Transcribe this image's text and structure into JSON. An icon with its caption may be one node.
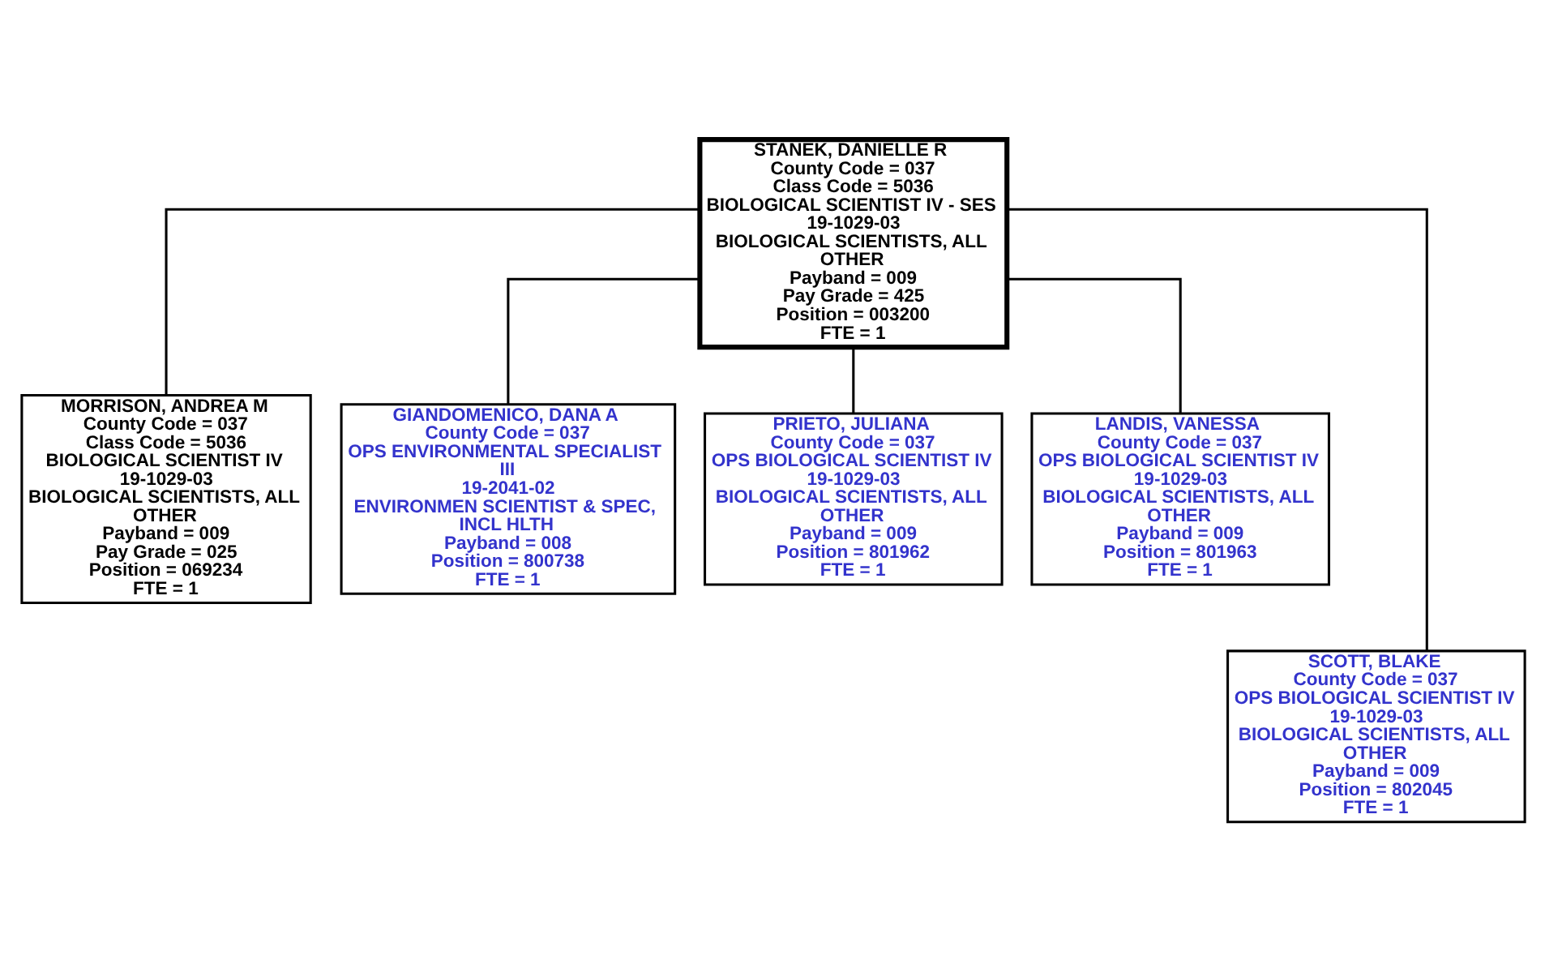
{
  "diagram": {
    "nodes": [
      {
        "text": [
          "STANEK, DANIELLE R",
          "County Code = 037",
          "Class Code = 5036",
          "BIOLOGICAL SCIENTIST IV - SES",
          "19-1029-03",
          "BIOLOGICAL SCIENTISTS, ALL OTHER",
          "Payband = 009",
          "Pay Grade = 425",
          "Position = 003200",
          "FTE = 1"
        ]
      },
      {
        "text": [
          "MORRISON, ANDREA M",
          "County Code = 037",
          "Class Code = 5036",
          "BIOLOGICAL SCIENTIST IV",
          "19-1029-03",
          "BIOLOGICAL SCIENTISTS, ALL OTHER",
          "Payband = 009",
          "Pay Grade = 025",
          "Position = 069234",
          "FTE = 1"
        ]
      },
      {
        "text": [
          "GIANDOMENICO, DANA A",
          "County Code = 037",
          "OPS ENVIRONMENTAL SPECIALIST III",
          "19-2041-02",
          "ENVIRONMEN SCIENTIST & SPEC, INCL HLTH",
          "Payband = 008",
          "Position = 800738",
          "FTE = 1"
        ]
      },
      {
        "text": [
          "PRIETO, JULIANA",
          "County Code = 037",
          "OPS BIOLOGICAL SCIENTIST IV",
          "19-1029-03",
          "BIOLOGICAL SCIENTISTS, ALL OTHER",
          "Payband = 009",
          "Position = 801962",
          "FTE = 1"
        ]
      },
      {
        "text": [
          "LANDIS, VANESSA",
          "County Code = 037",
          "OPS BIOLOGICAL SCIENTIST IV",
          "19-1029-03",
          "BIOLOGICAL SCIENTISTS, ALL OTHER",
          "Payband = 009",
          "Position = 801963",
          "FTE = 1"
        ]
      },
      {
        "text": [
          "SCOTT, BLAKE",
          "County Code = 037",
          "OPS BIOLOGICAL SCIENTIST IV",
          "19-1029-03",
          "BIOLOGICAL SCIENTISTS, ALL OTHER",
          "Payband = 009",
          "Position = 802045",
          "FTE = 1"
        ]
      }
    ],
    "edges": [
      {
        "from": 0,
        "to": 1,
        "arrow": "none"
      },
      {
        "from": 0,
        "to": 2,
        "arrow": "none"
      },
      {
        "from": 0,
        "to": 3,
        "arrow": "none"
      },
      {
        "from": 0,
        "to": 4,
        "arrow": "none"
      },
      {
        "from": 0,
        "to": 5,
        "arrow": "none"
      }
    ]
  }
}
